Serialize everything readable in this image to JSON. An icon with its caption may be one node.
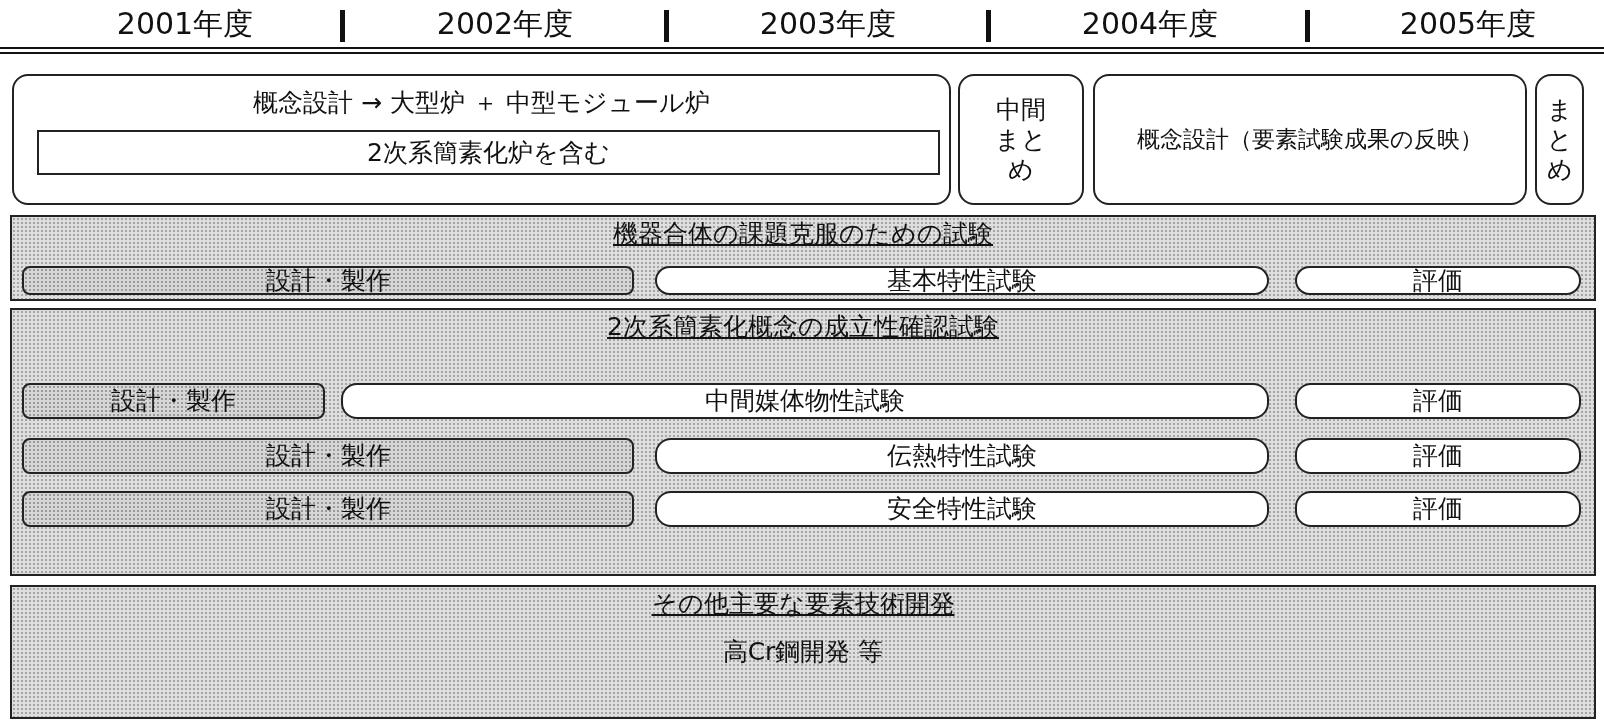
{
  "diagram": {
    "nodes": [
      {
        "text": [
          "概念設計 → 大型炉 ＋ 中型モジュール炉"
        ]
      },
      {
        "text": [
          "2次系簡素化炉を含む"
        ],
        "in": 0
      },
      {
        "text": [
          "中間まとめ"
        ]
      },
      {
        "text": [
          "概念設計（要素試験成果の反映）"
        ]
      },
      {
        "text": [
          "まとめ"
        ]
      },
      {
        "text": [
          "機器合体の課題克服のための試験"
        ]
      },
      {
        "text": [
          "設計・製作"
        ],
        "in": 5
      },
      {
        "text": [
          "基本特性試験"
        ],
        "in": 5
      },
      {
        "text": [
          "評価"
        ],
        "in": 5
      },
      {
        "text": [
          "2次系簡素化概念の成立性確認試験"
        ]
      },
      {
        "text": [
          "設計・製作"
        ],
        "in": 9
      },
      {
        "text": [
          "中間媒体物性試験"
        ],
        "in": 9
      },
      {
        "text": [
          "評価"
        ],
        "in": 9
      },
      {
        "text": [
          "設計・製作"
        ],
        "in": 9
      },
      {
        "text": [
          "伝熱特性試験"
        ],
        "in": 9
      },
      {
        "text": [
          "評価"
        ],
        "in": 9
      },
      {
        "text": [
          "設計・製作"
        ],
        "in": 9
      },
      {
        "text": [
          "安全特性試験"
        ],
        "in": 9
      },
      {
        "text": [
          "評価"
        ],
        "in": 9
      },
      {
        "text": [
          "その他主要な要素技術開発",
          "高Cr鋼開発 等"
        ]
      }
    ],
    "labels": [
      "2001年度",
      "2002年度",
      "2003年度",
      "2004年度",
      "2005年度"
    ]
  }
}
